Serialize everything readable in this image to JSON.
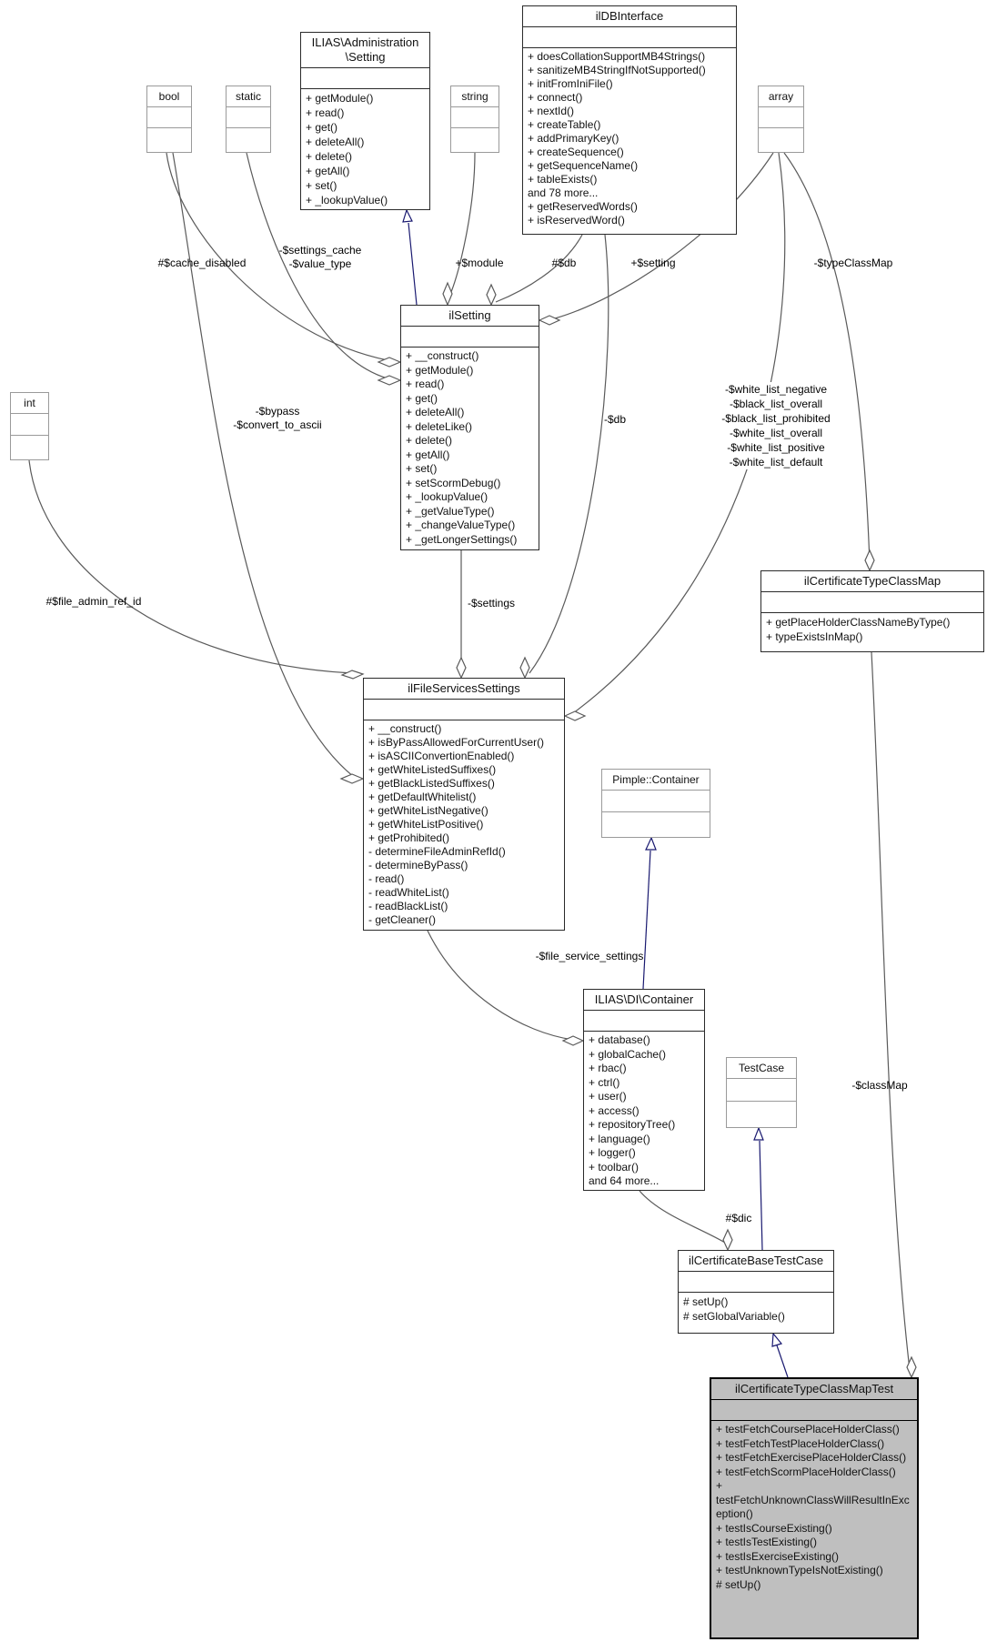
{
  "diagram_title": "Collaboration graph for ilCertificateTypeClassMapTest",
  "classes": {
    "bool": {
      "title": "bool"
    },
    "static": {
      "title": "static"
    },
    "admin_setting": {
      "title_lines": [
        "ILIAS\\Administration",
        "\\Setting"
      ],
      "methods": [
        "+ getModule()",
        "+ read()",
        "+ get()",
        "+ deleteAll()",
        "+ delete()",
        "+ getAll()",
        "+ set()",
        "+ _lookupValue()"
      ]
    },
    "string": {
      "title": "string"
    },
    "ilDBInterface": {
      "title": "ilDBInterface",
      "methods": [
        "+ doesCollationSupportMB4Strings()",
        "+ sanitizeMB4StringIfNotSupported()",
        "+ initFromIniFile()",
        "+ connect()",
        "+ nextId()",
        "+ createTable()",
        "+ addPrimaryKey()",
        "+ createSequence()",
        "+ getSequenceName()",
        "+ tableExists()",
        "and 78 more...",
        "+ getReservedWords()",
        "+ isReservedWord()"
      ]
    },
    "array": {
      "title": "array"
    },
    "ilSetting": {
      "title": "ilSetting",
      "methods": [
        "+ __construct()",
        "+ getModule()",
        "+ read()",
        "+ get()",
        "+ deleteAll()",
        "+ deleteLike()",
        "+ delete()",
        "+ getAll()",
        "+ set()",
        "+ setScormDebug()",
        "+ _lookupValue()",
        "+ _getValueType()",
        "+ _changeValueType()",
        "+ _getLongerSettings()"
      ]
    },
    "int": {
      "title": "int"
    },
    "classmap": {
      "title": "ilCertificateTypeClassMap",
      "methods": [
        "+ getPlaceHolderClassNameByType()",
        "+ typeExistsInMap()"
      ]
    },
    "fileservices": {
      "title": "ilFileServicesSettings",
      "methods": [
        "+ __construct()",
        "+ isByPassAllowedForCurrentUser()",
        "+ isASCIIConvertionEnabled()",
        "+ getWhiteListedSuffixes()",
        "+ getBlackListedSuffixes()",
        "+ getDefaultWhitelist()",
        "+ getWhiteListNegative()",
        "+ getWhiteListPositive()",
        "+ getProhibited()",
        "- determineFileAdminRefId()",
        "- determineByPass()",
        "- read()",
        "- readWhiteList()",
        "- readBlackList()",
        "- getCleaner()"
      ]
    },
    "pimple": {
      "title": "Pimple::Container"
    },
    "dicontainer": {
      "title": "ILIAS\\DI\\Container",
      "methods": [
        "+ database()",
        "+ globalCache()",
        "+ rbac()",
        "+ ctrl()",
        "+ user()",
        "+ access()",
        "+ repositoryTree()",
        "+ language()",
        "+ logger()",
        "+ toolbar()",
        "and 64 more..."
      ]
    },
    "testcase": {
      "title": "TestCase"
    },
    "basetest": {
      "title": "ilCertificateBaseTestCase",
      "methods": [
        "# setUp()",
        "# setGlobalVariable()"
      ]
    },
    "typemaptest": {
      "title": "ilCertificateTypeClassMapTest",
      "methods": [
        "+ testFetchCoursePlaceHolderClass()",
        "+ testFetchTestPlaceHolderClass()",
        "+ testFetchExercisePlaceHolderClass()",
        "+ testFetchScormPlaceHolderClass()",
        "+ testFetchUnknownClassWillResultInException()",
        "+ testIsCourseExisting()",
        "+ testIsTestExisting()",
        "+ testIsExerciseExisting()",
        "+ testUnknownTypeIsNotExisting()",
        "# setUp()"
      ]
    }
  },
  "edge_labels": {
    "cache_disabled": "#$cache_disabled",
    "settings_cache": [
      "-$settings_cache",
      "-$value_type"
    ],
    "module": "+$module",
    "db_setting": "#$db",
    "setting": "+$setting",
    "type_class_map": "-$typeClassMap",
    "bypass": [
      "-$bypass",
      "-$convert_to_ascii"
    ],
    "db_fileservices": "-$db",
    "white_lists": [
      "-$white_list_negative",
      "-$black_list_overall",
      "-$black_list_prohibited",
      "-$white_list_overall",
      "-$white_list_positive",
      "-$white_list_default"
    ],
    "file_admin_ref_id": "#$file_admin_ref_id",
    "settings": "-$settings",
    "file_service_settings": "-$file_service_settings",
    "dic": "#$dic",
    "class_map": "-$classMap"
  },
  "colors": {
    "usage_edge": "#5a5a5a",
    "inheritance_edge": "#191970",
    "selected_fill": "#bfbfbf",
    "box_border": "#2a2a2a",
    "muted_border": "#9a9a9a"
  }
}
